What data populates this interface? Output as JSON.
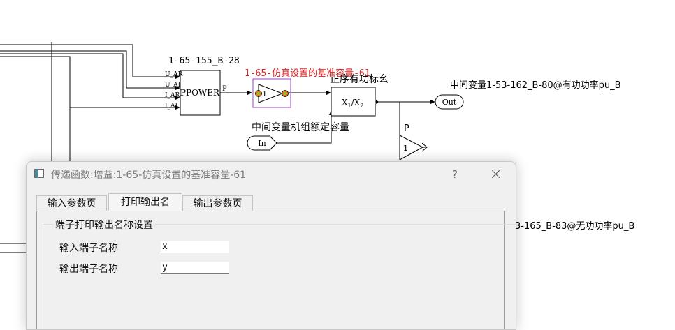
{
  "diagram": {
    "block_ppower": {
      "id_label": "1-65-155_B-28",
      "name": "PPOWER",
      "inputs": [
        "U_AR",
        "U_AI",
        "I_AR",
        "I_AI"
      ],
      "output": "P"
    },
    "block_gain": {
      "title": "1-65-仿真设置的基准容量-61",
      "value": "1"
    },
    "block_divide": {
      "title": "正序有功标幺",
      "label_x1": "X",
      "sub1": "1",
      "slash": "/X",
      "sub2": "2"
    },
    "block_out": {
      "text": "Out",
      "signal": "中间变量1-53-162_B-80@有功功率pu_B"
    },
    "block_in": {
      "text": "In",
      "signal": "中间变量机组额定容量"
    },
    "block_p_gain": {
      "label": "P",
      "value": "1"
    },
    "partial_signal_label": "3-165_B-83@无功功率pu_B"
  },
  "dialog": {
    "title": "传递函数:增益:1-65-仿真设置的基准容量-61",
    "help": "?",
    "tabs": [
      "输入参数页",
      "打印输出名",
      "输出参数页"
    ],
    "active_tab": 1,
    "group_title": "端子打印输出名称设置",
    "fields": [
      {
        "label": "输入端子名称",
        "value": "x"
      },
      {
        "label": "输出端子名称",
        "value": "y"
      }
    ]
  },
  "colors": {
    "gain_title": "#e02020",
    "gain_selection": "#9b3fc8",
    "port_dot": "#e07a1c",
    "port_center": "#8cc83c"
  }
}
